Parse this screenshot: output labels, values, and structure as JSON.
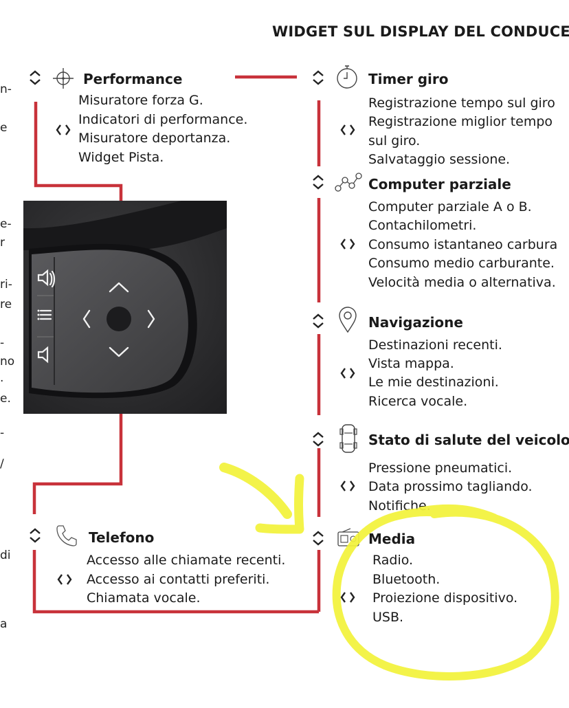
{
  "page": {
    "title": "WIDGET SUL DISPLAY DEL CONDUCE"
  },
  "left_margin_fragments": [
    "n-",
    "e",
    "e-",
    "r",
    "ri-",
    "re",
    "-",
    "no",
    ".",
    "e.",
    "-",
    "/",
    "di",
    "a"
  ],
  "widgets": {
    "performance": {
      "heading": "Performance",
      "items": [
        "Misuratore forza G.",
        "Indicatori di performance.",
        "Misuratore deportanza.",
        "Widget Pista."
      ]
    },
    "timer": {
      "heading": "Timer giro",
      "items": [
        "Registrazione tempo sul giro",
        "Registrazione miglior tempo",
        "sul giro.",
        "Salvataggio sessione."
      ]
    },
    "computer": {
      "heading": "Computer parziale",
      "items": [
        "Computer parziale A o B.",
        "Contachilometri.",
        "Consumo istantaneo carbura",
        "Consumo medio carburante.",
        "Velocità media o alternativa."
      ]
    },
    "navigation": {
      "heading": "Navigazione",
      "items": [
        "Destinazioni recenti.",
        "Vista mappa.",
        "Le mie destinazioni.",
        "Ricerca vocale."
      ]
    },
    "health": {
      "heading": "Stato di salute del veicolo",
      "items": [
        "Pressione pneumatici.",
        "Data prossimo tagliando.",
        "Notifiche."
      ]
    },
    "phone": {
      "heading": "Telefono",
      "items": [
        "Accesso alle chiamate recenti.",
        "Accesso ai contatti preferiti.",
        "Chiamata vocale."
      ]
    },
    "media": {
      "heading": "Media",
      "items": [
        "Radio.",
        "Bluetooth.",
        "Proiezione dispositivo.",
        "USB."
      ]
    }
  },
  "icons": {
    "updown": "up-down-arrows-icon",
    "leftright": "left-right-arrows-icon",
    "performance": "crosshair-icon",
    "timer": "stopwatch-icon",
    "computer": "trip-graph-icon",
    "navigation": "location-pin-icon",
    "health": "car-top-view-icon",
    "phone": "phone-handset-icon",
    "media": "radio-icon"
  },
  "colors": {
    "connector_red": "#c8323a",
    "highlight_yellow": "#f2f23a"
  }
}
